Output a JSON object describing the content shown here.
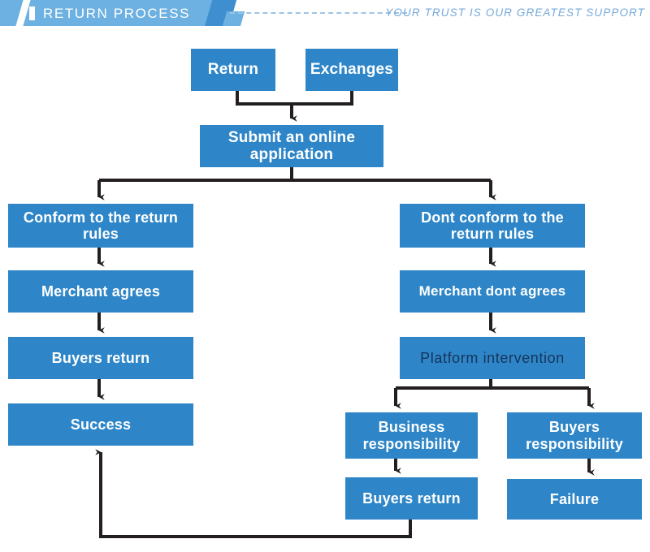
{
  "header": {
    "title": "RETURN PROCESS",
    "tagline": "YOUR TRUST IS OUR GREATEST SUPPORT",
    "bar_color": "#6cb1e1",
    "accent_color": "#3f8fd0",
    "tagline_color": "#74a9da",
    "dash_color": "#9cc4e8"
  },
  "theme": {
    "node_fill": "#2e86c8",
    "node_text": "#ffffff",
    "node_text_alt": "#16335a",
    "connector_color": "#231f20",
    "background": "#ffffff"
  },
  "flow": {
    "nodes": [
      {
        "id": "return",
        "label": "Return"
      },
      {
        "id": "exchanges",
        "label": "Exchanges"
      },
      {
        "id": "submit",
        "label": "Submit an online application"
      },
      {
        "id": "conform",
        "label": "Conform to the return rules"
      },
      {
        "id": "merchant_agrees",
        "label": "Merchant agrees"
      },
      {
        "id": "buyers_return_left",
        "label": "Buyers return"
      },
      {
        "id": "success",
        "label": "Success"
      },
      {
        "id": "dont_conform",
        "label": "Dont conform to the return rules"
      },
      {
        "id": "merchant_dont_agrees",
        "label": "Merchant dont agrees"
      },
      {
        "id": "platform_intervention",
        "label": "Platform intervention"
      },
      {
        "id": "business_responsibility",
        "label": "Business responsibility"
      },
      {
        "id": "buyers_responsibility",
        "label": "Buyers responsibility"
      },
      {
        "id": "buyers_return_bottom",
        "label": "Buyers return"
      },
      {
        "id": "failure",
        "label": "Failure"
      }
    ],
    "edges": [
      {
        "from": "return",
        "to": "submit"
      },
      {
        "from": "exchanges",
        "to": "submit"
      },
      {
        "from": "submit",
        "to": "conform"
      },
      {
        "from": "submit",
        "to": "dont_conform"
      },
      {
        "from": "conform",
        "to": "merchant_agrees"
      },
      {
        "from": "merchant_agrees",
        "to": "buyers_return_left"
      },
      {
        "from": "buyers_return_left",
        "to": "success"
      },
      {
        "from": "dont_conform",
        "to": "merchant_dont_agrees"
      },
      {
        "from": "merchant_dont_agrees",
        "to": "platform_intervention"
      },
      {
        "from": "platform_intervention",
        "to": "business_responsibility"
      },
      {
        "from": "platform_intervention",
        "to": "buyers_responsibility"
      },
      {
        "from": "business_responsibility",
        "to": "buyers_return_bottom"
      },
      {
        "from": "buyers_responsibility",
        "to": "failure"
      },
      {
        "from": "buyers_return_bottom",
        "to": "success"
      }
    ]
  }
}
